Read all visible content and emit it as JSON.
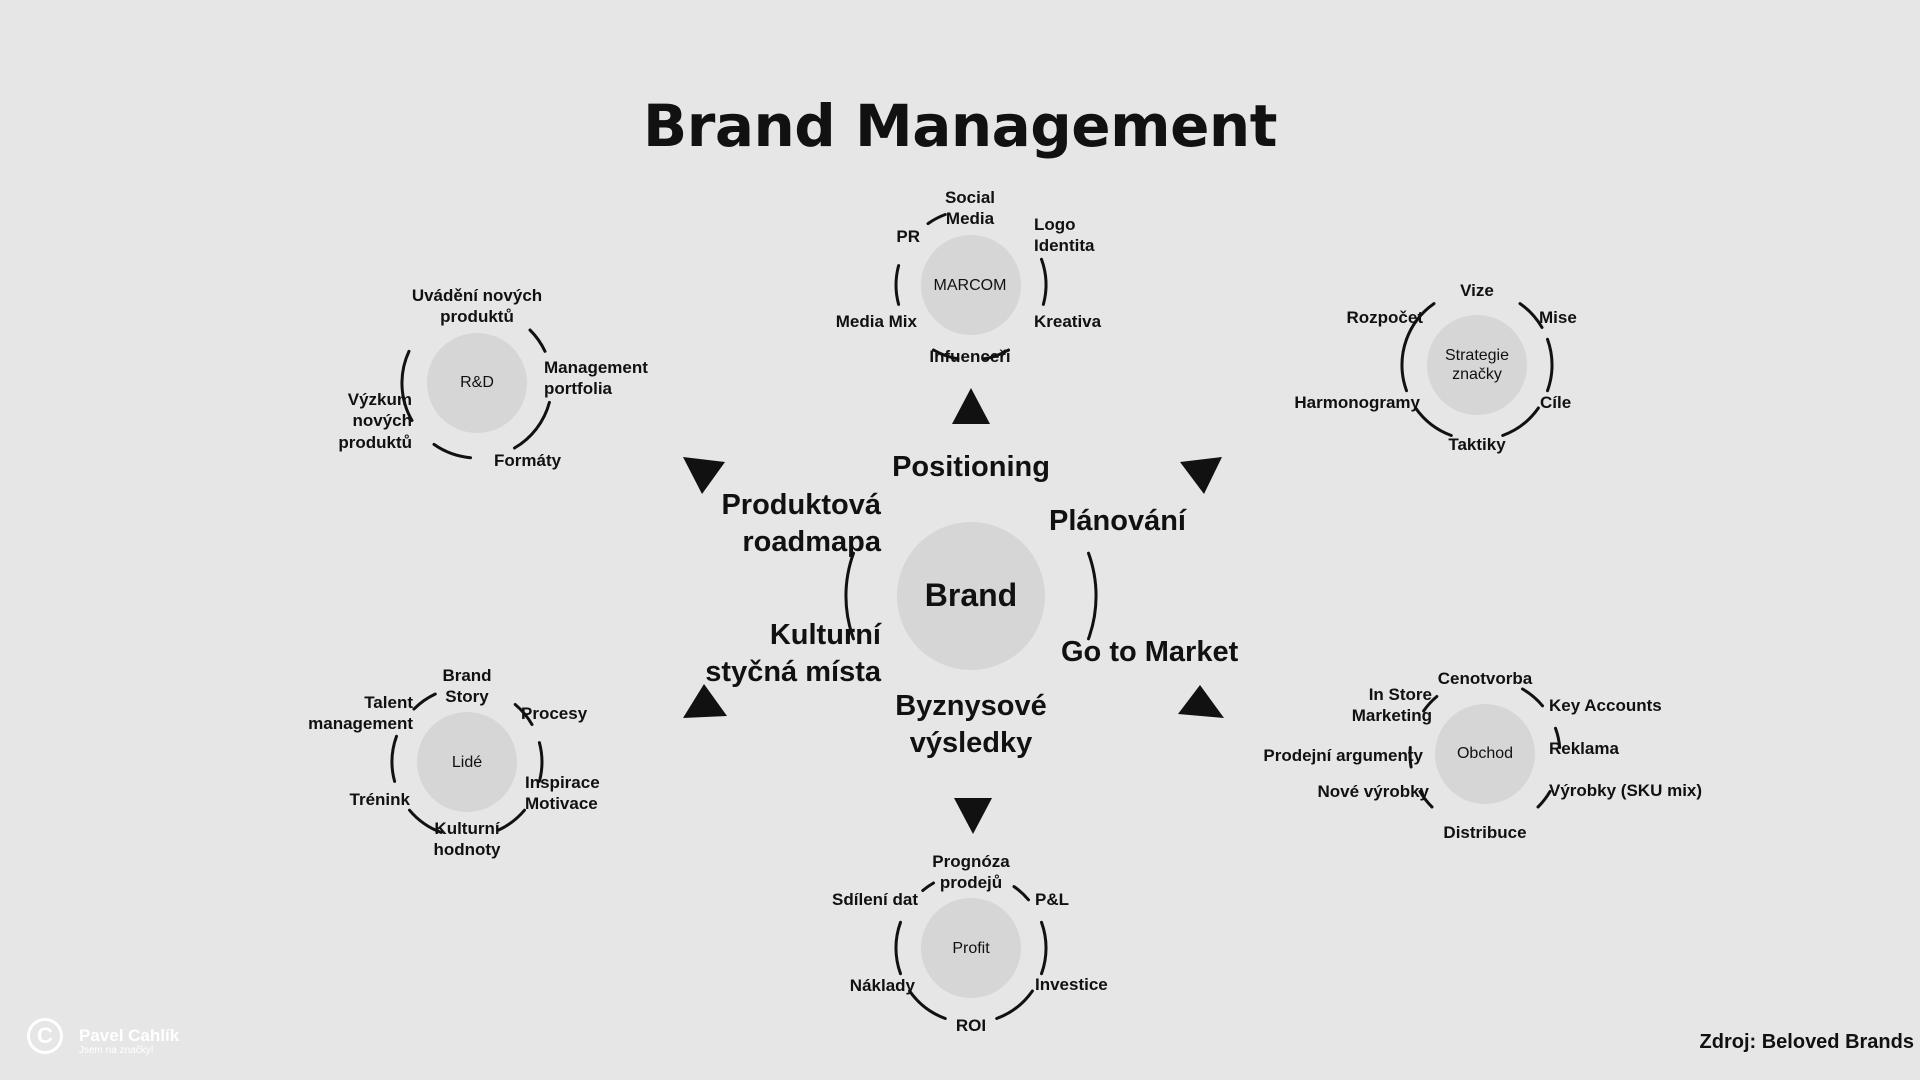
{
  "title": "Brand Management",
  "center": {
    "label": "Brand",
    "items": [
      "Positioning",
      "Plánování",
      "Go to Market",
      "Byznysové\nvýsledky",
      "Kulturní\nstyčná místa",
      "Produktová\nroadmapa"
    ]
  },
  "clusters": {
    "marcom": {
      "label": "MARCOM",
      "items": [
        "Social\nMedia",
        "Logo\nIdentita",
        "Kreativa",
        "Infuenceři",
        "Media Mix",
        "PR"
      ]
    },
    "strategie": {
      "label": "Strategie\nznačky",
      "items": [
        "Vize",
        "Mise",
        "Cíle",
        "Taktiky",
        "Harmonogramy",
        "Rozpočet"
      ]
    },
    "obchod": {
      "label": "Obchod",
      "items": [
        "Cenotvorba",
        "Key Accounts",
        "Reklama",
        "Výrobky (SKU mix)",
        "Distribuce",
        "Nové výrobky",
        "Prodejní argumenty",
        "In Store\nMarketing"
      ]
    },
    "profit": {
      "label": "Profit",
      "items": [
        "Prognóza\nprodejů",
        "P&L",
        "Investice",
        "ROI",
        "Náklady",
        "Sdílení dat"
      ]
    },
    "lide": {
      "label": "Lidé",
      "items": [
        "Brand\nStory",
        "Procesy",
        "Inspirace\nMotivace",
        "Kulturní\nhodnoty",
        "Trénink",
        "Talent\nmanagement"
      ]
    },
    "rd": {
      "label": "R&D",
      "items": [
        "Uvádění nových\nproduktů",
        "Management\nportfolia",
        "Formáty",
        "Výzkum\nnových\nproduktů"
      ]
    }
  },
  "logo": {
    "symbol": "C",
    "name": "Pavel Cahlík",
    "tagline": "Jsem na značky!"
  },
  "source": "Zdroj: Beloved Brands",
  "colors": {
    "background": "#e6e6e6",
    "circle_fill": "#d6d6d6",
    "ink": "#111111",
    "logo": "#ffffff"
  }
}
